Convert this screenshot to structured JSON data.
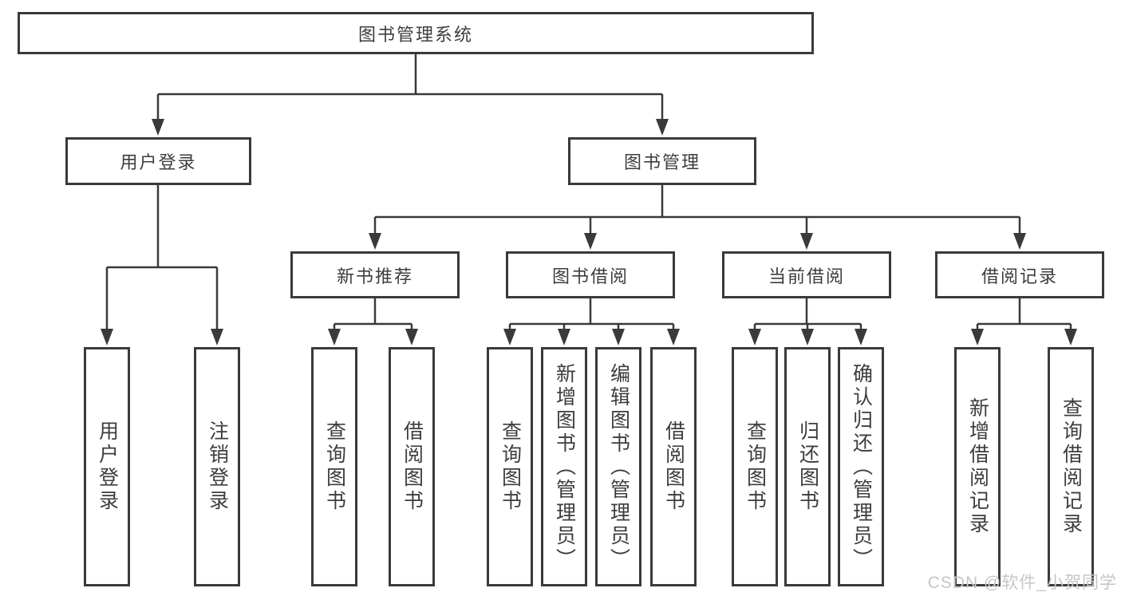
{
  "tree": {
    "root": "图书管理系统",
    "children": [
      {
        "label": "用户登录",
        "children": [
          "用户登录",
          "注销登录"
        ]
      },
      {
        "label": "图书管理",
        "children": [
          {
            "label": "新书推荐",
            "children": [
              "查询图书",
              "借阅图书"
            ]
          },
          {
            "label": "图书借阅",
            "children": [
              "查询图书",
              "新增图书（管理员）",
              "编辑图书（管理员）",
              "借阅图书"
            ]
          },
          {
            "label": "当前借阅",
            "children": [
              "查询图书",
              "归还图书",
              "确认归还（管理员）"
            ]
          },
          {
            "label": "借阅记录",
            "children": [
              "新增借阅记录",
              "查询借阅记录"
            ]
          }
        ]
      }
    ]
  },
  "colors": {
    "line": "#3a3a3a",
    "text": "#3d3d3d",
    "background": "#ffffff",
    "watermark_text": "#c6c6c6"
  },
  "watermark": {
    "text": "CSDN @软件_小贺同学"
  }
}
